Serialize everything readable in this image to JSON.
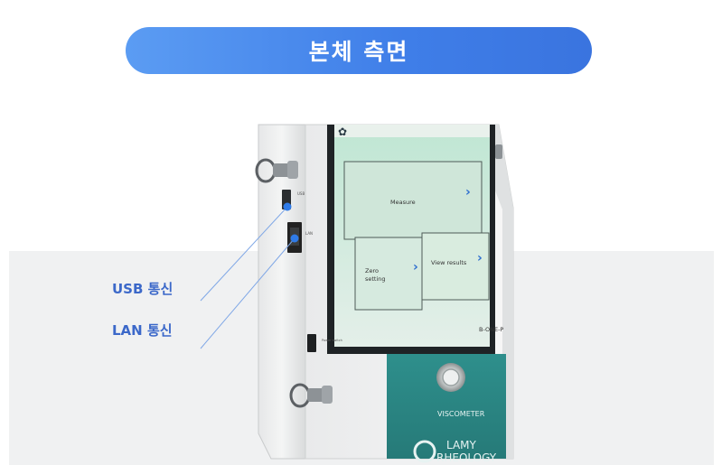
{
  "title": "본체 측면",
  "callouts": {
    "usb": "USB 통신",
    "lan": "LAN 통신"
  },
  "device": {
    "port_label_1": "USB",
    "port_label_2": "LAN",
    "power_label": "Power switch",
    "screen": {
      "measure": "Measure",
      "zero_line1": "Zero",
      "zero_line2": "setting",
      "view_results": "View results",
      "chevron": "›",
      "model": "B-ONE-P"
    },
    "front_panel": {
      "product": "VISCOMETER",
      "brand_line1": "LAMY",
      "brand_line2": "RHEOLOGY"
    }
  },
  "colors": {
    "title_gradient_start": "#5b9cf3",
    "title_gradient_end": "#3a74df",
    "callout_text": "#3b68c9",
    "callout_dot": "#2f7be8",
    "screen_bg": "#cfe8da",
    "front_panel": "#2f8c8a"
  }
}
